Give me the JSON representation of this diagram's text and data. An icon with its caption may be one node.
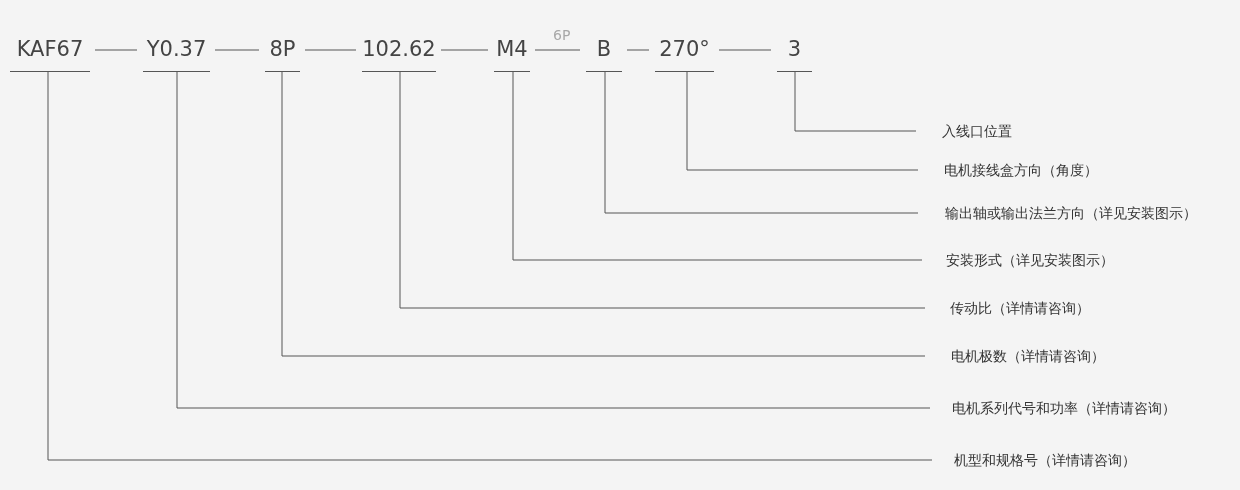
{
  "diagram": {
    "nodes": [
      {
        "text": [
          "KAF67"
        ]
      },
      {
        "text": [
          "Y0.37"
        ]
      },
      {
        "text": [
          "8P"
        ]
      },
      {
        "text": [
          "102.62"
        ]
      },
      {
        "text": [
          "M4"
        ]
      },
      {
        "text": [
          "B"
        ]
      },
      {
        "text": [
          "270°"
        ]
      },
      {
        "text": [
          "3"
        ]
      },
      {
        "text": [
          "入线口位置"
        ]
      },
      {
        "text": [
          "电机接线盒方向（角度）"
        ]
      },
      {
        "text": [
          "输出轴或输出法兰方向（详见安装图示）"
        ]
      },
      {
        "text": [
          "安装形式（详见安装图示）"
        ]
      },
      {
        "text": [
          "传动比（详情请咨询）"
        ]
      },
      {
        "text": [
          "电机极数（详情请咨询）"
        ]
      },
      {
        "text": [
          "电机系列代号和功率（详情请咨询）"
        ]
      },
      {
        "text": [
          "机型和规格号（详情请咨询）"
        ]
      }
    ],
    "edges": [
      {
        "from": 0,
        "to": 1,
        "arrow": "none"
      },
      {
        "from": 1,
        "to": 2,
        "arrow": "none"
      },
      {
        "from": 2,
        "to": 3,
        "arrow": "none"
      },
      {
        "from": 3,
        "to": 4,
        "arrow": "none"
      },
      {
        "from": 4,
        "to": 5,
        "arrow": "none"
      },
      {
        "from": 5,
        "to": 6,
        "arrow": "none"
      },
      {
        "from": 6,
        "to": 7,
        "arrow": "none"
      },
      {
        "from": 7,
        "to": 8,
        "arrow": "none"
      },
      {
        "from": 6,
        "to": 9,
        "arrow": "none"
      },
      {
        "from": 5,
        "to": 10,
        "arrow": "none"
      },
      {
        "from": 4,
        "to": 11,
        "arrow": "none"
      },
      {
        "from": 3,
        "to": 12,
        "arrow": "none"
      },
      {
        "from": 2,
        "to": 13,
        "arrow": "none"
      },
      {
        "from": 1,
        "to": 14,
        "arrow": "none"
      },
      {
        "from": 0,
        "to": 15,
        "arrow": "none"
      }
    ],
    "labels": [
      "6P"
    ]
  }
}
